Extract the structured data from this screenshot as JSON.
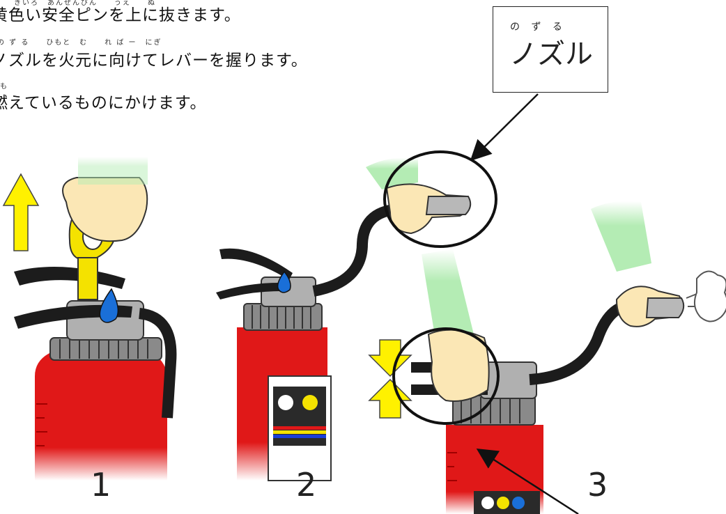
{
  "instructions": {
    "step1": "黄色い安全ピンを上に抜きます。",
    "step1_ruby": "きいろ　あんぜんぴん　　うえ　　ぬ",
    "step2": "ノズルを火元に向けてレバーを握ります。",
    "step2_ruby": "の ず る　　ひもと　む　　れ ば ー　にぎ",
    "step3": "燃えているものにかけます。",
    "step3_ruby": "も"
  },
  "callout": {
    "label": "ノズル",
    "ruby": "の ず る"
  },
  "panels": [
    {
      "number": "1"
    },
    {
      "number": "2"
    },
    {
      "number": "3"
    }
  ],
  "colors": {
    "extinguisher_red": "#e01818",
    "safety_pin_yellow": "#f4e200",
    "arrow_yellow": "#fff100",
    "sleeve_green": "#b4ecb4",
    "hand_skin": "#fbe7b5",
    "hose_black": "#1c1c1c",
    "valve_gray": "#9a9a9a",
    "drop_blue": "#1a6fd8"
  }
}
